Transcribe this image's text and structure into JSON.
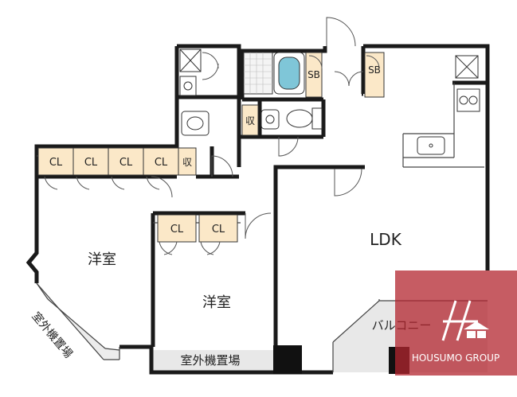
{
  "rooms": {
    "ldk": "LDK",
    "western_room_1": "洋室",
    "western_room_2": "洋室",
    "balcony": "バルコニー",
    "outdoor_unit_1": "室外機置場",
    "outdoor_unit_2": "室外機置場"
  },
  "storage": {
    "closet_1": "CL",
    "closet_2": "CL",
    "closet_3": "CL",
    "closet_4": "CL",
    "closet_5": "CL",
    "closet_6": "CL",
    "shoe_box_1": "SB",
    "shoe_box_2": "SB",
    "storage_1": "収",
    "storage_2": "収"
  },
  "watermark": {
    "brand": "HOUSUMO GROUP"
  },
  "colors": {
    "wall": "#1a1a1a",
    "closet_fill": "#fbe8c8",
    "balcony_fill": "#e6e6e6",
    "watermark_fill": "#b3262f",
    "bath_fill": "#7fc6d8"
  }
}
